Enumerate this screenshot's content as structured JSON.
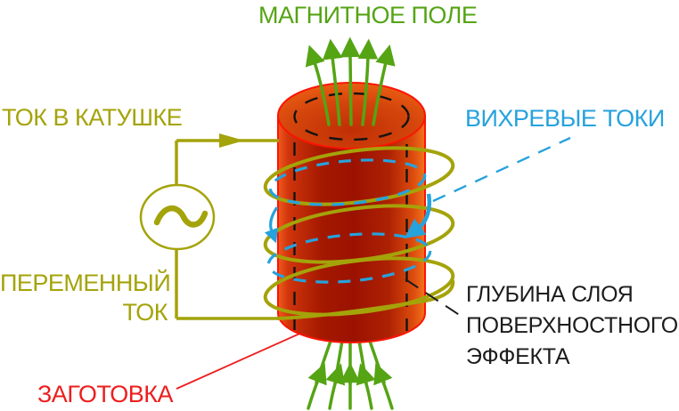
{
  "diagram": {
    "title_semantic": "induction-heating-diagram",
    "labels": {
      "magnetic_field": "МАГНИТНОЕ ПОЛЕ",
      "coil_current": "ТОК В КАТУШКЕ",
      "eddy_currents": "ВИХРЕВЫЕ ТОКИ",
      "alternating_current_line1": "ПЕРЕМЕННЫЙ",
      "alternating_current_line2": "ТОК",
      "workpiece": "ЗАГОТОВКА",
      "skin_depth_line1": "ГЛУБИНА СЛОЯ",
      "skin_depth_line2": "ПОВЕРХНОСТНОГО",
      "skin_depth_line3": "ЭФФЕКТА"
    },
    "symbols": {
      "ac_source": "∼"
    },
    "colors": {
      "magnetic_field_green": "#55A414",
      "coil_olive": "#A4A30A",
      "eddy_blue": "#26A2DD",
      "workpiece_red": "#EE1D1D",
      "skin_depth_black": "#1C1C1C",
      "cylinder_outline": "#FB1404",
      "cylinder_light": "#F0661C",
      "cylinder_dark": "#9B1200"
    }
  }
}
